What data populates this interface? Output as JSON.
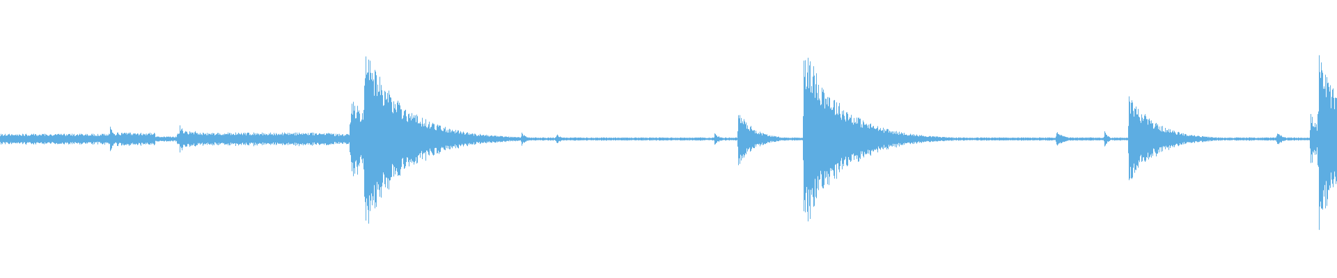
{
  "waveform": {
    "color": "#5dade2",
    "background": "#ffffff",
    "duration": 1,
    "amplitude_range": [
      -1,
      1
    ],
    "segments": [
      {
        "t0": 0.0,
        "t1": 0.082,
        "amp": 0.04,
        "decay": 0.0,
        "kind": "steady"
      },
      {
        "t0": 0.082,
        "t1": 0.116,
        "amp": 0.05,
        "decay": 0.0,
        "kind": "steady"
      },
      {
        "t0": 0.116,
        "t1": 0.132,
        "amp": 0.02,
        "decay": 0.0,
        "kind": "steady"
      },
      {
        "t0": 0.132,
        "t1": 0.148,
        "amp": 0.06,
        "decay": 0.0,
        "kind": "steady"
      },
      {
        "t0": 0.148,
        "t1": 0.25,
        "amp": 0.05,
        "decay": 0.0,
        "kind": "steady"
      },
      {
        "t0": 0.25,
        "t1": 0.262,
        "amp": 0.04,
        "decay": 0.0,
        "kind": "steady"
      }
    ],
    "transients": [
      {
        "t": 0.082,
        "amp": 0.12,
        "decay": 0.004
      },
      {
        "t": 0.134,
        "amp": 0.12,
        "decay": 0.005
      },
      {
        "t": 0.262,
        "amp": 0.33,
        "decay": 0.02
      },
      {
        "t": 0.272,
        "amp": 0.7,
        "decay": 0.03
      },
      {
        "t": 0.37,
        "amp": 0.04,
        "decay": 0.004
      },
      {
        "t": 0.39,
        "amp": 0.05,
        "decay": 0.004
      },
      {
        "t": 0.416,
        "amp": 0.04,
        "decay": 0.004
      },
      {
        "t": 0.534,
        "amp": 0.05,
        "decay": 0.004
      },
      {
        "t": 0.552,
        "amp": 0.22,
        "decay": 0.012
      },
      {
        "t": 0.601,
        "amp": 0.72,
        "decay": 0.028
      },
      {
        "t": 0.67,
        "amp": 0.06,
        "decay": 0.004
      },
      {
        "t": 0.79,
        "amp": 0.06,
        "decay": 0.006
      },
      {
        "t": 0.826,
        "amp": 0.06,
        "decay": 0.003
      },
      {
        "t": 0.844,
        "amp": 0.35,
        "decay": 0.02
      },
      {
        "t": 0.955,
        "amp": 0.06,
        "decay": 0.004
      },
      {
        "t": 0.98,
        "amp": 0.2,
        "decay": 0.008
      },
      {
        "t": 0.986,
        "amp": 0.66,
        "decay": 0.02
      }
    ],
    "noise_floor": 0.012
  }
}
